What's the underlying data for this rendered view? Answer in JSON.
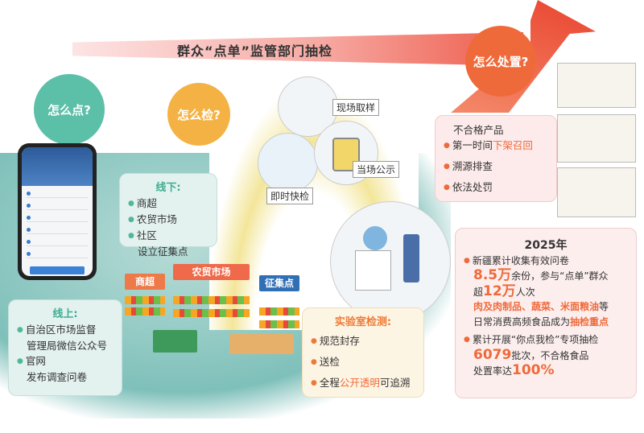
{
  "banner": {
    "title": "群众“点单”监管部门抽检"
  },
  "bubbles": {
    "how_order": "怎么点?",
    "how_inspect": "怎么检?",
    "how_handle": "怎么处置?"
  },
  "online": {
    "title": "线上:",
    "items": [
      "自治区市场监督",
      "管理局微信公众号",
      "官网",
      "发布调查问卷"
    ]
  },
  "offline": {
    "title": "线下:",
    "items": [
      "商超",
      "农贸市场",
      "社区",
      "设立征集点"
    ]
  },
  "market": {
    "stalls": [
      "商超",
      "农贸市场",
      "征集点"
    ]
  },
  "field": {
    "sampling": "现场取样",
    "quick_test": "即时快检",
    "publicize": "当场公示"
  },
  "lab": {
    "title": "实验室检测:",
    "items": [
      "规范封存",
      "送检"
    ],
    "last_pre": "全程",
    "last_hl": "公开透明",
    "last_post": "可追溯"
  },
  "unqualified": {
    "title": "不合格产品",
    "item1_pre": "第一时间",
    "item1_hl": "下架召回",
    "item2": "溯源排查",
    "item3": "依法处罚"
  },
  "stats": {
    "year": "2025年",
    "p1_l1": "新疆累计收集有效问卷",
    "p1_num1": "8.5万",
    "p1_l2": "余份，参与“点单”群众",
    "p1_pre3": "超",
    "p1_num2": "12万",
    "p1_l3": "人次",
    "p1_hl4": "肉及肉制品、蔬菜、米面粮油",
    "p1_l4": "等",
    "p1_l5": "日常消费高频食品成为",
    "p1_hl5": "抽检重点",
    "p2_l1": "累计开展“你点我检”专项抽检",
    "p2_num1": "6079",
    "p2_l2": "批次，不合格食品",
    "p2_l3": "处置率达",
    "p2_num2": "100%"
  },
  "colors": {
    "green": "#5cbfa8",
    "orange": "#f5b244",
    "red": "#ef6a3a"
  }
}
